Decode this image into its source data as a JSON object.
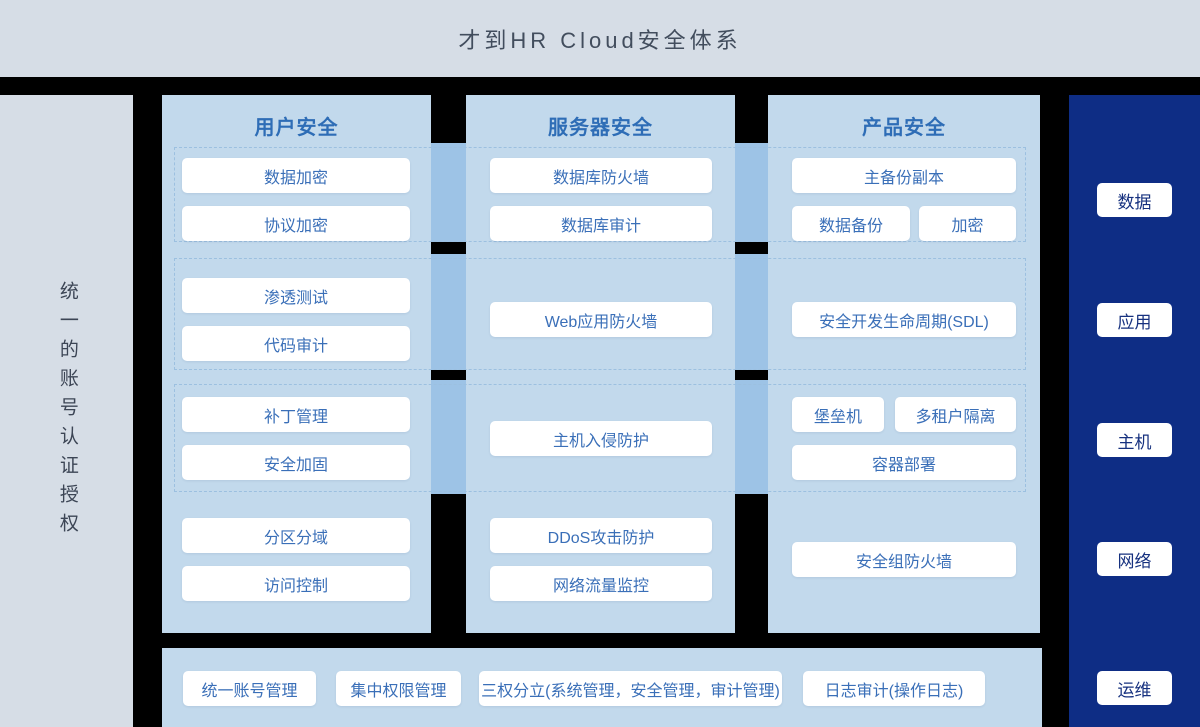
{
  "title": "才到HR Cloud安全体系",
  "left_sidebar": {
    "label": "统一的账号认证授权"
  },
  "columns": [
    {
      "title": "用户安全",
      "groups": [
        {
          "items": [
            "数据加密",
            "协议加密"
          ]
        },
        {
          "items": [
            "渗透测试",
            "代码审计"
          ]
        },
        {
          "items": [
            "补丁管理",
            "安全加固"
          ]
        },
        {
          "items": [
            "分区分域",
            "访问控制"
          ]
        }
      ]
    },
    {
      "title": "服务器安全",
      "groups": [
        {
          "items": [
            "数据库防火墙",
            "数据库审计"
          ]
        },
        {
          "items": [
            "Web应用防火墙"
          ]
        },
        {
          "items": [
            "主机入侵防护"
          ]
        },
        {
          "items": [
            "DDoS攻击防护",
            "网络流量监控"
          ]
        }
      ]
    },
    {
      "title": "产品安全",
      "groups": [
        {
          "items": [
            "主备份副本",
            "数据备份",
            "加密"
          ]
        },
        {
          "items": [
            "安全开发生命周期(SDL)"
          ]
        },
        {
          "items": [
            "堡垒机",
            "多租户隔离",
            "容器部署"
          ]
        },
        {
          "items": [
            "安全组防火墙"
          ]
        }
      ]
    }
  ],
  "right_sidebar": {
    "items": [
      "数据",
      "应用",
      "主机",
      "网络",
      "运维"
    ]
  },
  "bottom_bar": {
    "items": [
      "统一账号管理",
      "集中权限管理",
      "三权分立(系统管理，安全管理，审计管理)",
      "日志审计(操作日志)"
    ]
  },
  "colors": {
    "panel": "#d6dde6",
    "colbg": "#c2d9ec",
    "bridge": "#9dc3e6",
    "dash": "#9cc0e0",
    "accent": "#3a6fb8",
    "titleblue": "#2e6db6",
    "navy": "#0e2d85",
    "navytext": "#16317f",
    "headertext": "#424d5d",
    "sidebartext": "#3c4555"
  }
}
